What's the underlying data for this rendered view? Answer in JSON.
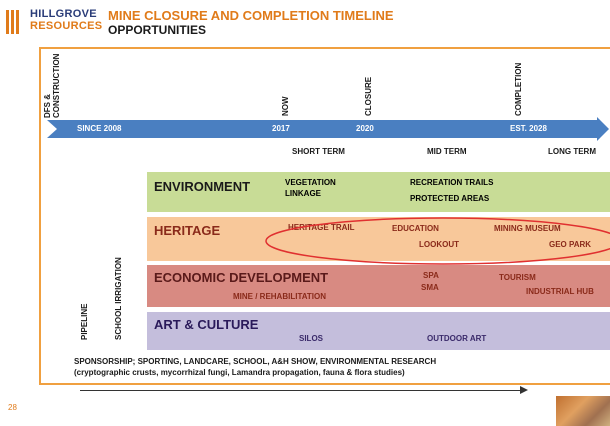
{
  "header": {
    "logo_line1": "HILLGROVE",
    "logo_line2": "RESOURCES",
    "title": "MINE CLOSURE AND COMPLETION TIMELINE",
    "subtitle": "OPPORTUNITIES"
  },
  "markers": {
    "dfs": "DFS &",
    "construction": "CONSTRUCTION",
    "now": "NOW",
    "closure": "CLOSURE",
    "completion": "COMPLETION"
  },
  "timeline": {
    "since": "SINCE 2008",
    "y2017": "2017",
    "y2020": "2020",
    "est": "EST. 2028"
  },
  "terms": {
    "short": "SHORT TERM",
    "mid": "MID TERM",
    "long": "LONG TERM"
  },
  "side_labels": {
    "pipeline": "PIPELINE",
    "irrigation": "SCHOOL IRRIGATION"
  },
  "bands": {
    "environment": {
      "title": "ENVIRONMENT",
      "vegetation": "VEGETATION",
      "linkage": "LINKAGE",
      "recreation": "RECREATION TRAILS",
      "protected": "PROTECTED AREAS"
    },
    "heritage": {
      "title": "HERITAGE",
      "trail": "HERITAGE TRAIL",
      "education": "EDUCATION",
      "lookout": "LOOKOUT",
      "museum": "MINING MUSEUM",
      "geopark": "GEO PARK"
    },
    "economic": {
      "title": "ECONOMIC DEVELOPMENT",
      "mine": "MINE / REHABILITATION",
      "spa": "SPA",
      "sma": "SMA",
      "tourism": "TOURISM",
      "industrial": "INDUSTRIAL HUB"
    },
    "art": {
      "title": "ART & CULTURE",
      "silos": "SILOS",
      "outdoor": "OUTDOOR ART"
    }
  },
  "sponsorship": {
    "line1": "SPONSORSHIP; SPORTING, LANDCARE, SCHOOL, A&H SHOW, ENVIRONMENTAL RESEARCH",
    "line2": "(cryptographic crusts, mycorrhizal fungi, Lamandra propagation, fauna & flora studies)"
  },
  "page_number": "28",
  "colors": {
    "brand_orange": "#e07b1a",
    "brand_navy": "#2a3c78",
    "timeline_blue": "#4a7fc1",
    "environment": "#c8dc96",
    "heritage": "#f8c89a",
    "economic": "#d88a82",
    "art": "#c4bedc",
    "highlight_ellipse": "#e03030"
  }
}
